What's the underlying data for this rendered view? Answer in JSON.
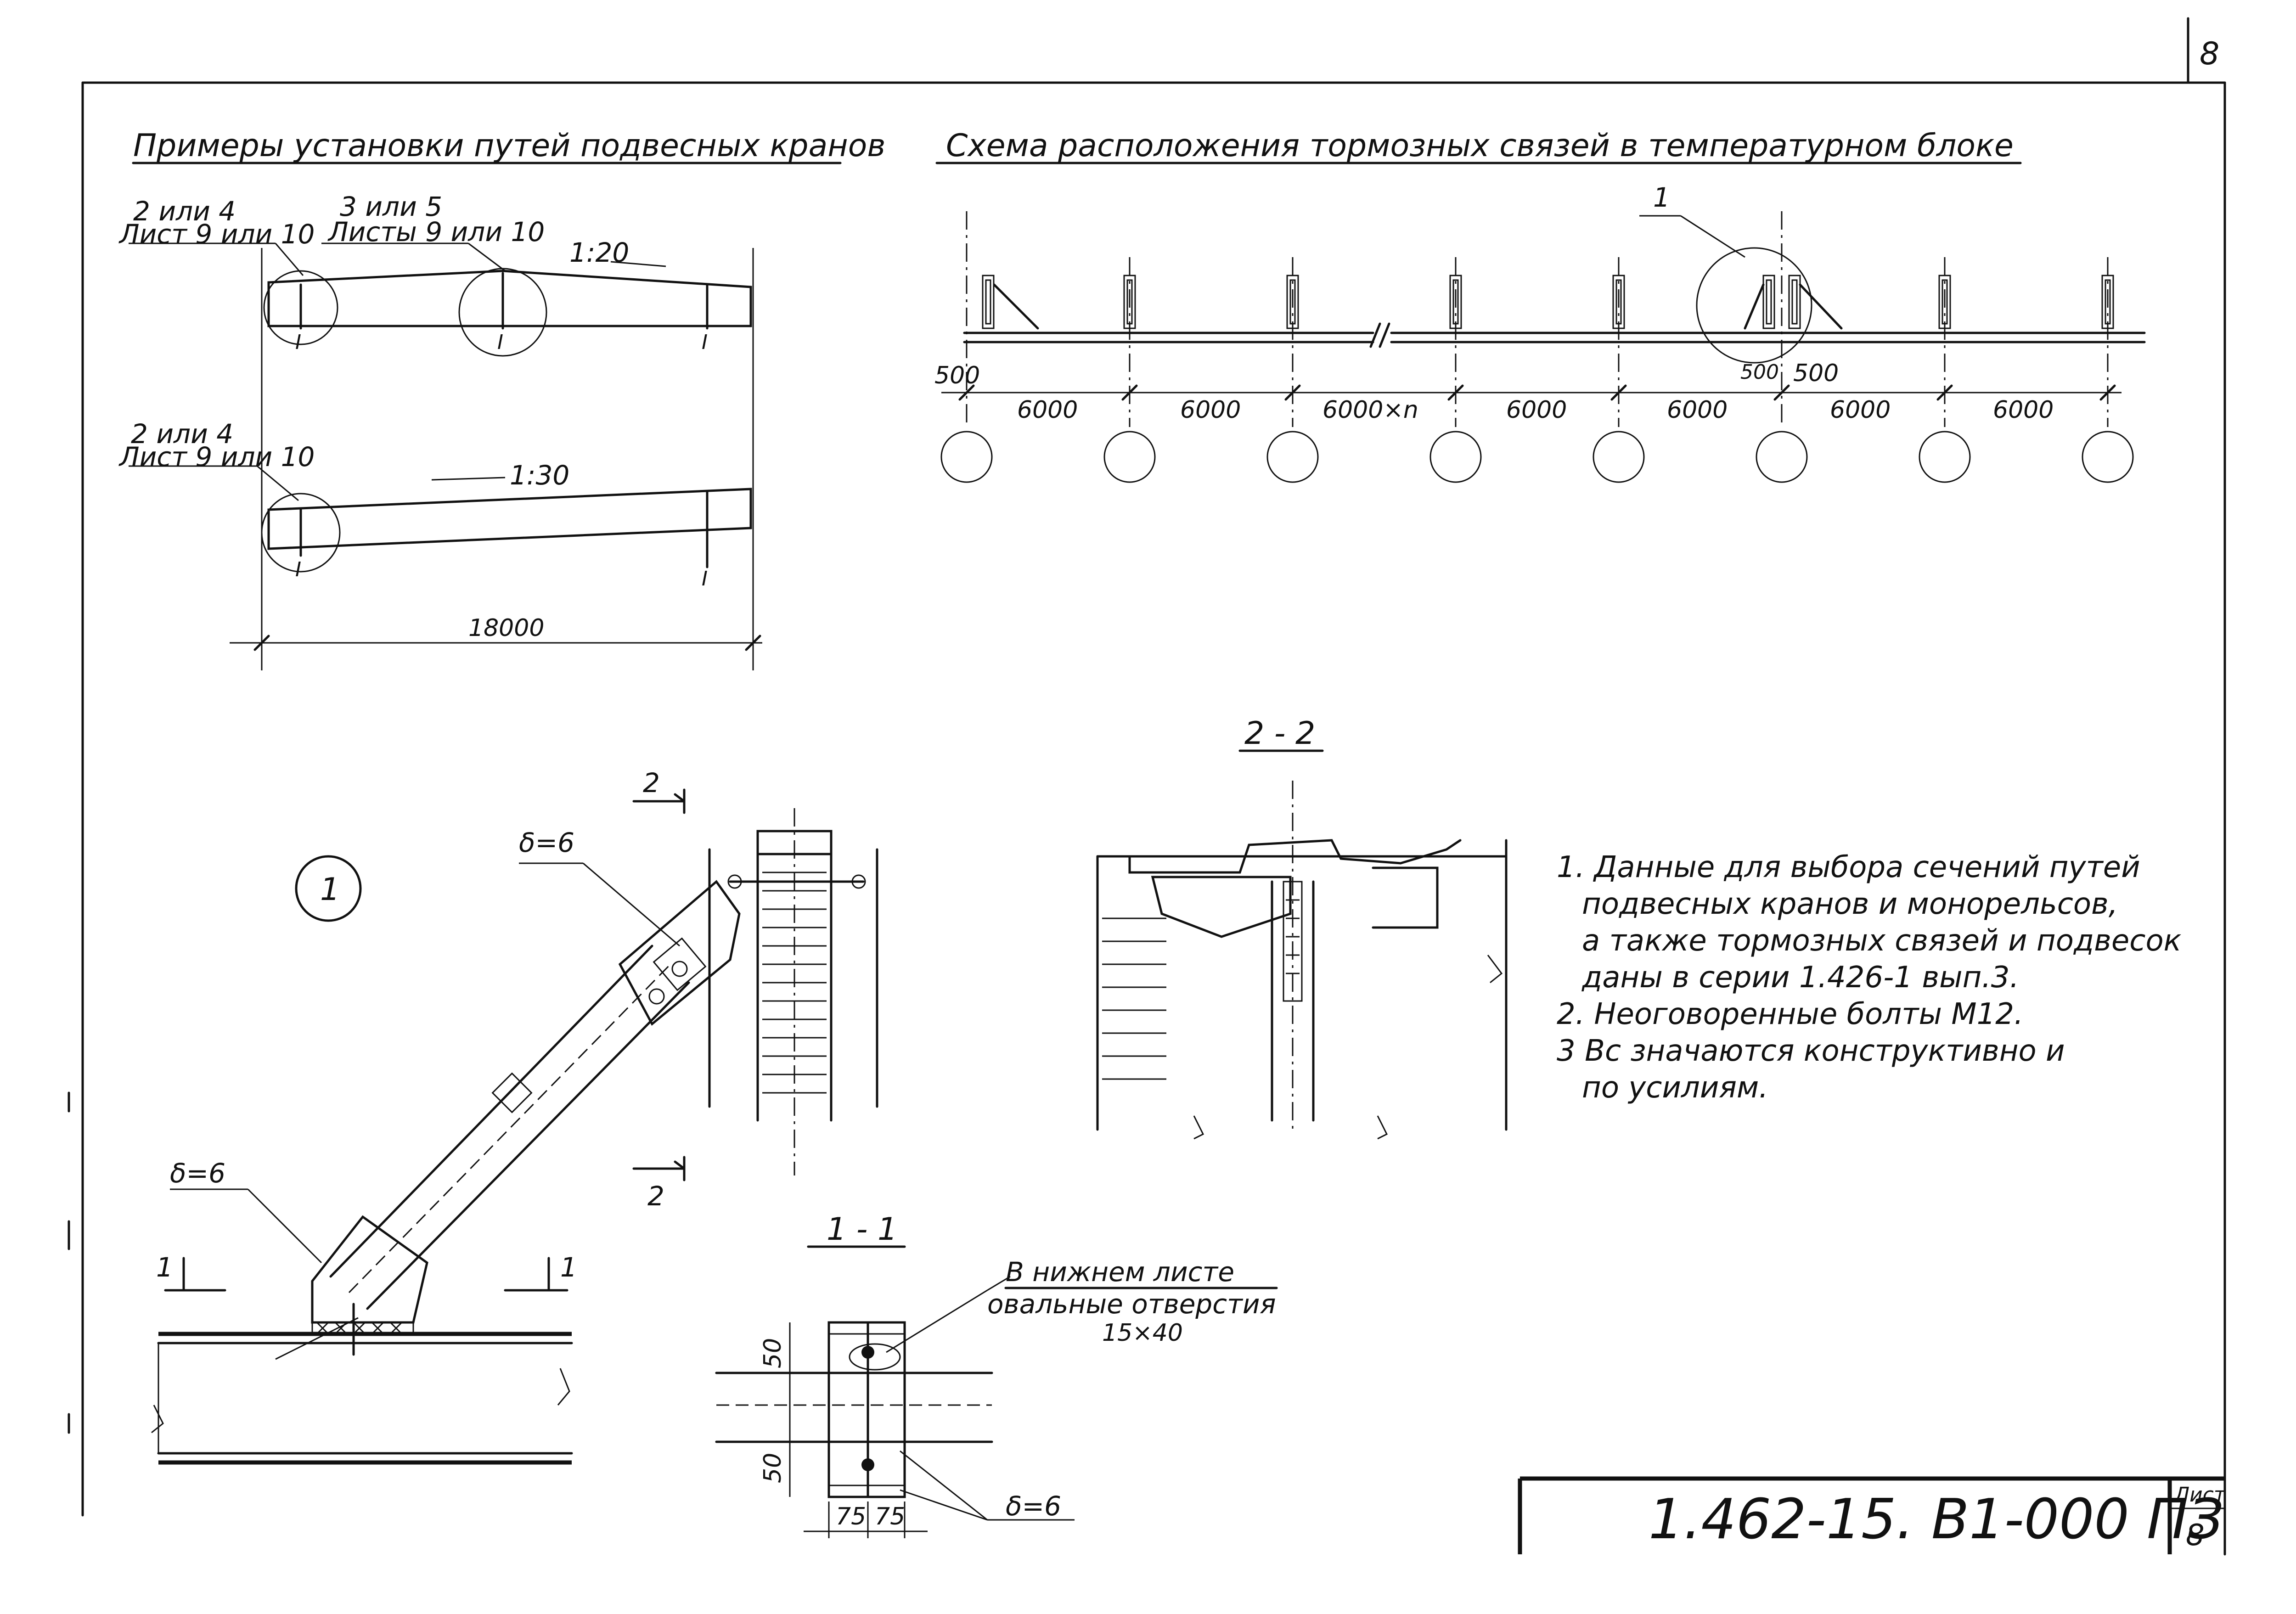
{
  "sheet": {
    "page_number_top": "8",
    "stamp_code": "1.462-15. В1-000 ПЗ",
    "stamp_label": "Лист",
    "stamp_sheet": "8"
  },
  "examples": {
    "title": "Примеры установки путей подвесных кранов",
    "beam1": {
      "label_left_line1": "2 или 4",
      "label_left_line2": "Лист 9 или 10",
      "label_mid_line1": "3 или 5",
      "label_mid_line2": "Листы 9 или 10",
      "slope": "1:20"
    },
    "beam2": {
      "label_left_line1": "2 или 4",
      "label_left_line2": "Лист 9 или 10",
      "slope": "1:30"
    },
    "span": "18000"
  },
  "scheme": {
    "title": "Схема расположения тормозных связей в температурном блоке",
    "callout": "1",
    "dim_left": "500",
    "dim_mid_a": "500",
    "dim_mid_b": "500",
    "spans": [
      "6000",
      "6000",
      "6000×n",
      "6000",
      "6000",
      "6000",
      "6000"
    ]
  },
  "node": {
    "number": "1",
    "section_mark_top": "2",
    "section_mark_bottom": "2",
    "cut_mark_left": "1",
    "cut_mark_right": "1",
    "plate_top": "δ=6",
    "plate_bottom": "δ=6"
  },
  "section22": {
    "title": "2 - 2"
  },
  "section11": {
    "title": "1 - 1",
    "note_line1": "В нижнем листе",
    "note_line2": "овальные отверстия",
    "note_line3": "15×40",
    "dim_top": "50",
    "dim_bottom": "50",
    "dim_w1": "75",
    "dim_w2": "75",
    "plate": "δ=6"
  },
  "notes": {
    "n1_l1": "1. Данные для выбора сечений путей",
    "n1_l2": "подвесных кранов и монорельсов,",
    "n1_l3": "а также тормозных связей и подвесок",
    "n1_l4": "даны в серии 1.426-1 вып.3.",
    "n2": "2. Неоговоренные болты М12.",
    "n3_l1": "3  Вс    значаются конструктивно и",
    "n3_l2": "по усилиям."
  }
}
